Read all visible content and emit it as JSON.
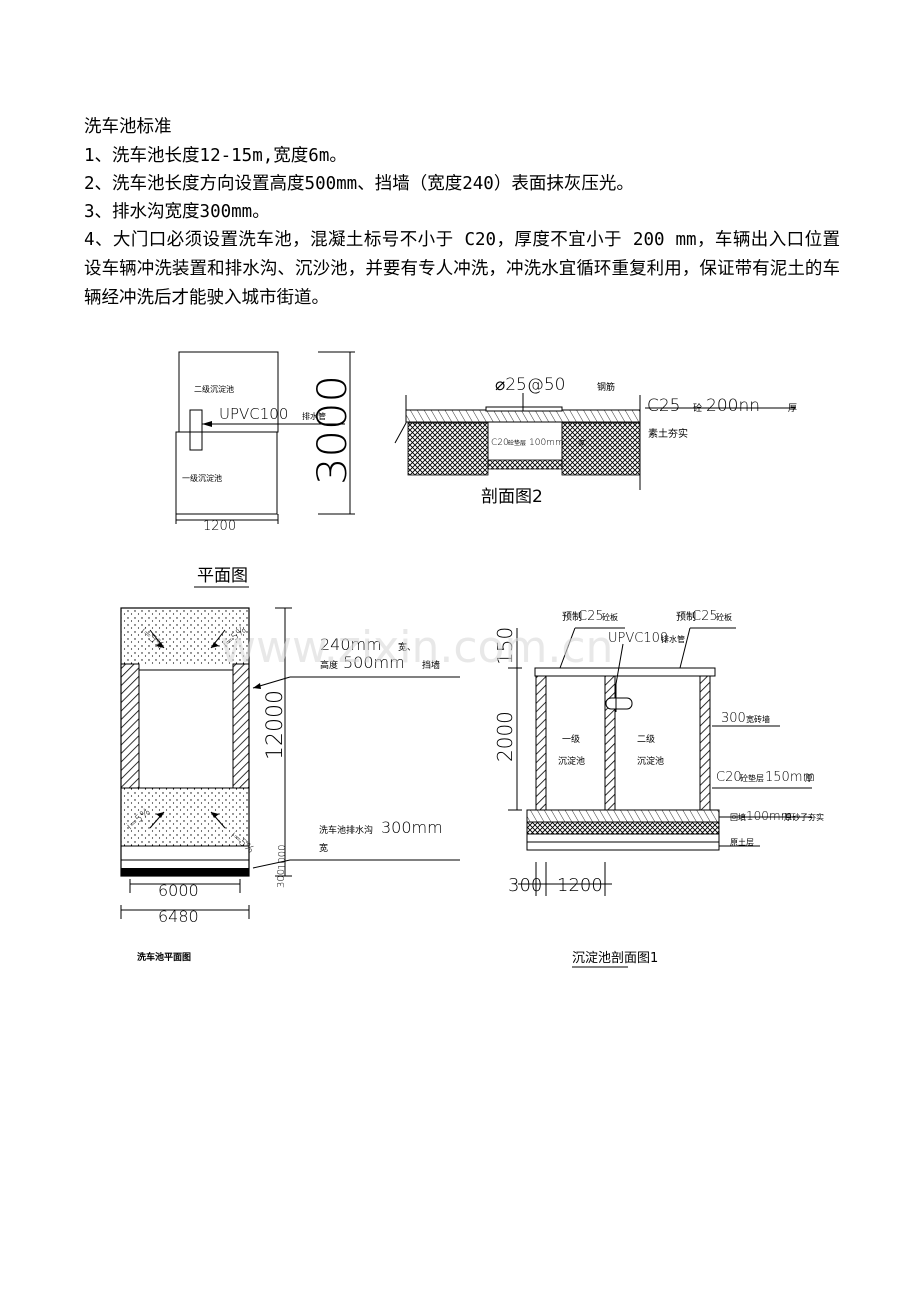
{
  "doc": {
    "heading": "洗车池标准",
    "items": [
      "1、洗车池长度12-15m,宽度6m。",
      "2、洗车池长度方向设置高度500mm、挡墙（宽度240）表面抹灰压光。",
      "3、排水沟宽度300mm。",
      "4、大门口必须设置洗车池，混凝土标号不小于 C20，厚度不宜小于 200 mm，车辆出入口位置设车辆冲洗装置和排水沟、沉沙池，并要有专人冲洗，冲洗水宜循环重复利用，保证带有泥土的车辆经冲洗后才能驶入城市街道。"
    ]
  },
  "fig_plan_small": {
    "title": "平面图",
    "upper_label": "二级沉淀池",
    "lower_label": "一级沉淀池",
    "pipe_label": "UPVC100",
    "pipe_suffix": "排水管",
    "dim_height": "3000",
    "dim_width": "1200"
  },
  "fig_section2": {
    "title": "剖面图2",
    "rebar": "⌀25@50",
    "rebar_suffix": "钢筋",
    "concrete": "C25",
    "concrete_suffix": "砼",
    "thickness": "200nn",
    "thickness_suffix": "厚",
    "soil": "素土夯实",
    "pit_label": "C20",
    "pit_mid": "砼垫层",
    "pit_thick": "100mm",
    "pit_suffix": "厚"
  },
  "fig_pool_plan": {
    "title": "洗车池平面图",
    "wall_dim": "240mm",
    "wall_suffix": "宽、",
    "wall_height": "高度",
    "wall_height_dim": "500mm",
    "wall_height_suffix": "挡墙",
    "slope_labels": [
      "i=5%",
      "i=5%",
      "i=5%",
      "i=5%"
    ],
    "length_dim": "12000",
    "drain_label": "洗车池排水沟",
    "drain_dim": "300mm",
    "drain_suffix": "宽",
    "width_inner": "6000",
    "width_outer": "6480",
    "drain_dim_vertical": "300",
    "drain_dim_vertical2": "1000"
  },
  "fig_section1": {
    "title": "沉淀池剖面图1",
    "slab_left_prefix": "预制",
    "slab_left": "C25",
    "slab_left_suffix": "砼板",
    "slab_right_prefix": "预制",
    "slab_right": "C25",
    "slab_right_suffix": "砼板",
    "pipe": "UPVC100",
    "pipe_suffix": "排水管",
    "wall_width": "300",
    "wall_suffix": "宽砖墙",
    "pool1_a": "一级",
    "pool1_b": "沉淀池",
    "pool2_a": "二级",
    "pool2_b": "沉淀池",
    "base_concrete": "C20",
    "base_mid": "砼垫层",
    "base_thick": "150mm",
    "base_suffix": "厚",
    "sand": "回填",
    "sand_thick": "100mm",
    "sand_suffix": "厚砂子夯实",
    "soil": "原土层",
    "dim_top": "150",
    "dim_height": "2000",
    "dim_wall": "300",
    "dim_width": "1200"
  },
  "watermark": "www.zixin.com.cn"
}
